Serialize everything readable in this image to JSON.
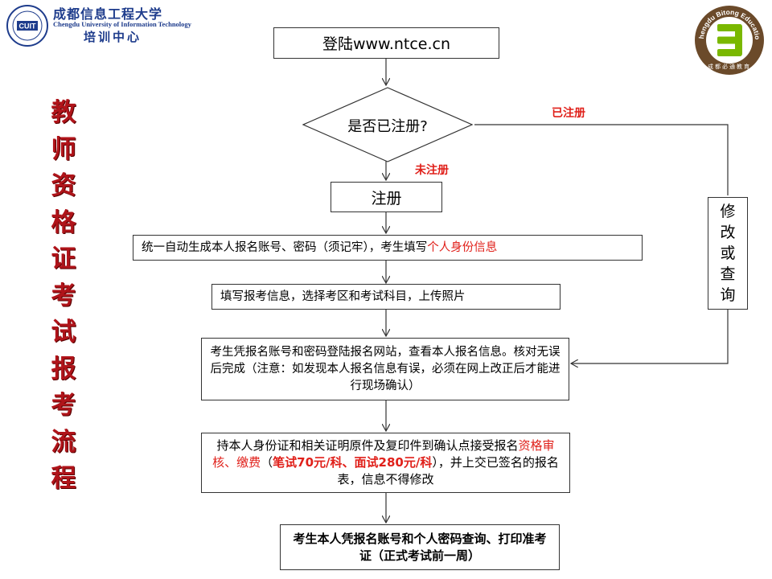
{
  "header": {
    "logo_cn_title": "成都信息工程大学",
    "logo_en_title": "Chengdu University of Information Technology",
    "logo_center": "培训中心",
    "logo_badge": "CUIT",
    "right_logo_arc_text": "Chengdu Bitong Education",
    "right_logo_cn": "成都必通教育"
  },
  "title_vertical": "教师资格证考试报考流程",
  "flow": {
    "step1": "登陆www.ntce.cn",
    "decision": "是否已注册?",
    "branch_registered": "已注册",
    "branch_unregistered": "未注册",
    "register": "注册",
    "modify": "修改或查询",
    "step3_a": "统一自动生成本人报名账号、密码（须记牢），考生填写",
    "step3_b": "个人身份信息",
    "step4": "填写报考信息，选择考区和考试科目，上传照片",
    "step5": "考生凭报名账号和密码登陆报名网站，查看本人报名信息。核对无误后完成（注意：如发现本人报名信息有误，必须在网上改正后才能进行现场确认）",
    "step6_a": "持本人身份证和相关证明原件及复印件到确认点接受报名",
    "step6_b": "资格审核、缴费",
    "step6_c": "（",
    "step6_d": "笔试70元/科、面试280元/科",
    "step6_e": "），并上交已签名的报名表，信息不得修改",
    "step7": "考生本人凭报名账号和个人密码查询、打印准考证（正式考试前一周）"
  },
  "colors": {
    "accent_red": "#e0201a",
    "title_red": "#b0141a",
    "logo_blue": "#1e3c8c",
    "badge_brown": "#6b4a2a",
    "badge_green": "#7ab800"
  }
}
